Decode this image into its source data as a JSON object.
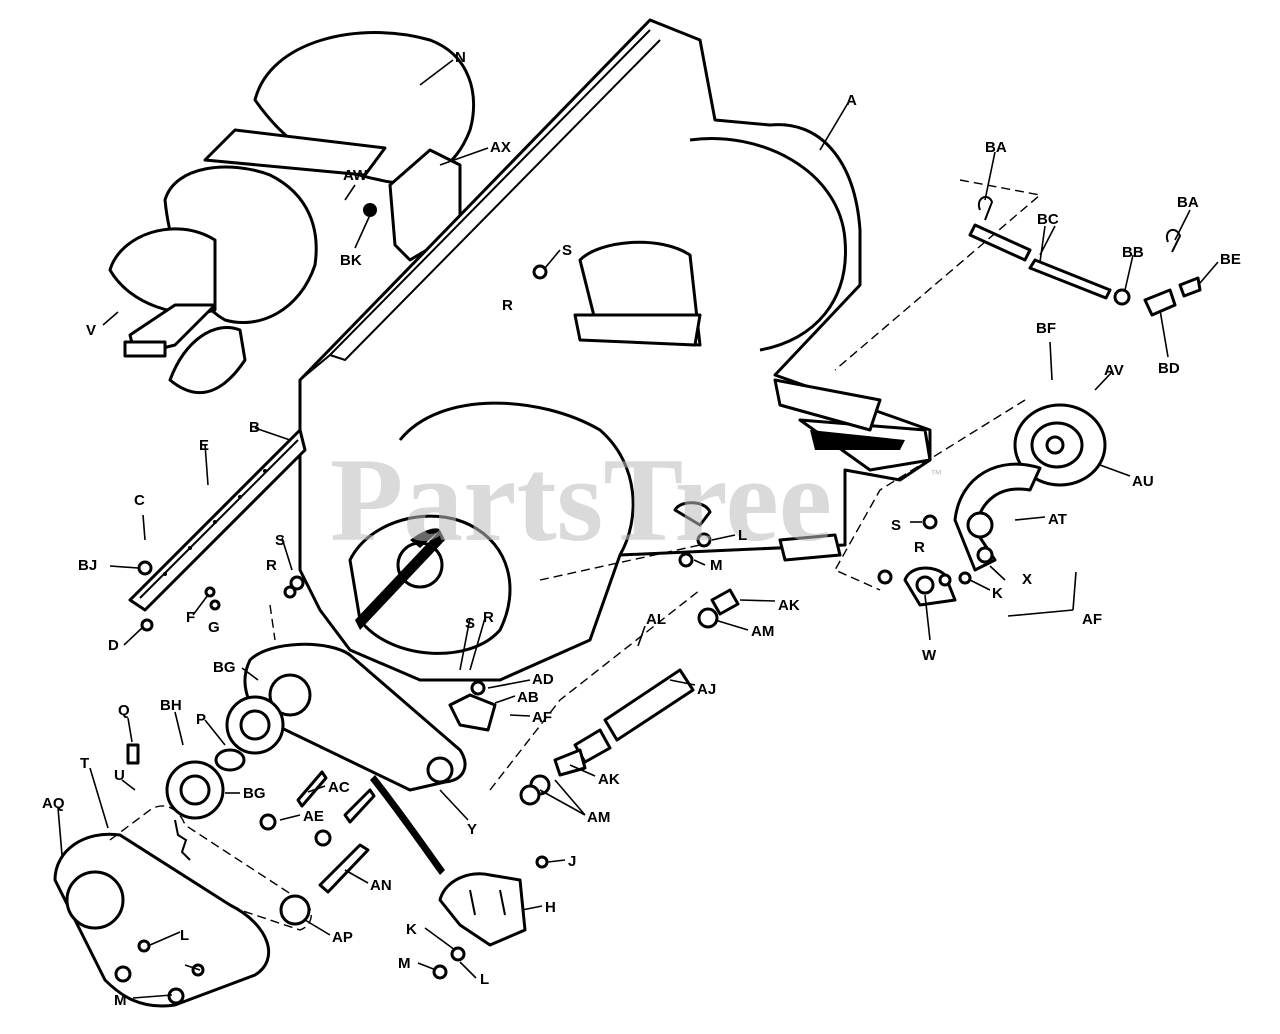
{
  "watermark": {
    "text": "PartsTree",
    "trademark": "™"
  },
  "labels": {
    "N": "N",
    "AX": "AX",
    "A": "A",
    "AW": "AW",
    "BK": "BK",
    "V": "V",
    "S1": "S",
    "R1": "R",
    "BA1": "BA",
    "BC": "BC",
    "BA2": "BA",
    "BB": "BB",
    "BE": "BE",
    "BD": "BD",
    "BF": "BF",
    "AV": "AV",
    "AU": "AU",
    "AT": "AT",
    "E": "E",
    "B": "B",
    "C": "C",
    "BJ": "BJ",
    "D": "D",
    "F": "F",
    "G": "G",
    "S2": "S",
    "R2": "R",
    "L1": "L",
    "M1": "M",
    "S3": "S",
    "R3": "R",
    "X": "X",
    "K1": "K",
    "AF1": "AF",
    "W": "W",
    "AK1": "AK",
    "AM1": "AM",
    "AL": "AL",
    "AJ": "AJ",
    "S4": "S",
    "R4": "R",
    "AD": "AD",
    "AB": "AB",
    "AF2": "AF",
    "BG1": "BG",
    "Q": "Q",
    "BH": "BH",
    "P": "P",
    "BG2": "BG",
    "T": "T",
    "U": "U",
    "AQ": "AQ",
    "AC": "AC",
    "AE": "AE",
    "Y": "Y",
    "AK2": "AK",
    "AM2": "AM",
    "AN": "AN",
    "AP": "AP",
    "J": "J",
    "H": "H",
    "K2": "K",
    "M2": "M",
    "L2": "L",
    "L3": "L",
    "M3": "M"
  }
}
